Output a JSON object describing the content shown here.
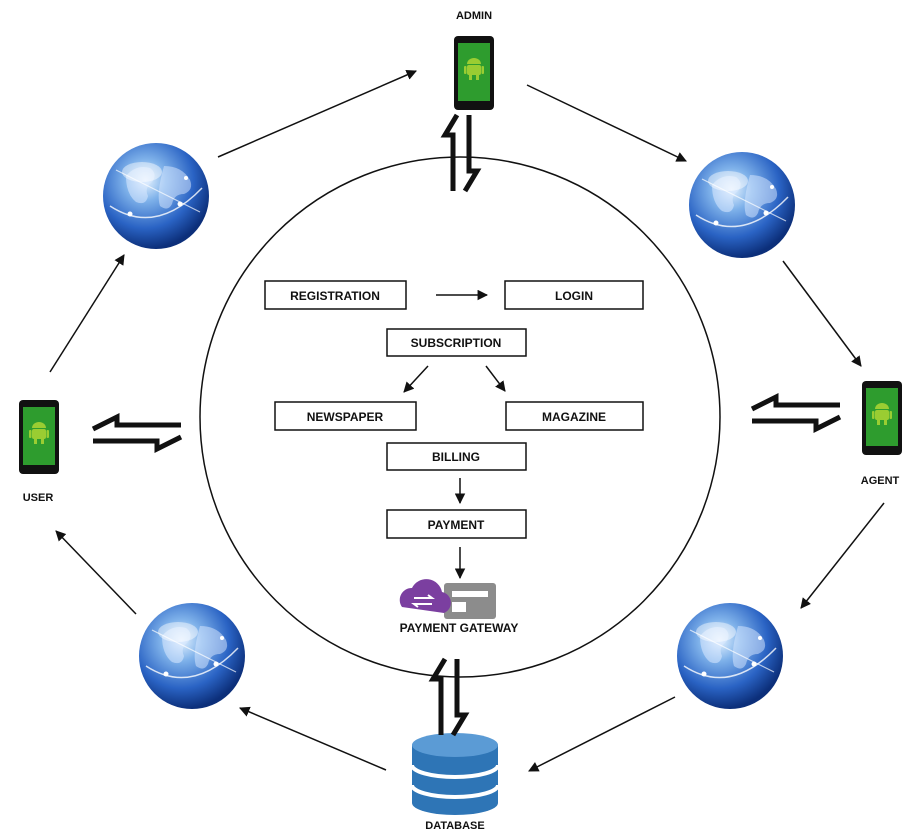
{
  "nodes": {
    "admin": "ADMIN",
    "user": "USER",
    "agent": "AGENT",
    "database": "DATABASE",
    "payment_gateway": "PAYMENT GATEWAY"
  },
  "flow": {
    "registration": "REGISTRATION",
    "login": "LOGIN",
    "subscription": "SUBSCRIPTION",
    "newspaper": "NEWSPAPER",
    "magazine": "MAGAZINE",
    "billing": "BILLING",
    "payment": "PAYMENT"
  },
  "colors": {
    "phone_screen": "#2e9c2e",
    "android": "#9acd32",
    "globe_blue": "#2a63c4",
    "database_blue": "#2e75b6",
    "cloud_purple": "#7b3fa0"
  },
  "icons": {
    "phone": "android-phone-icon",
    "globe": "globe-icon",
    "database": "database-icon",
    "gateway": "payment-gateway-icon"
  }
}
